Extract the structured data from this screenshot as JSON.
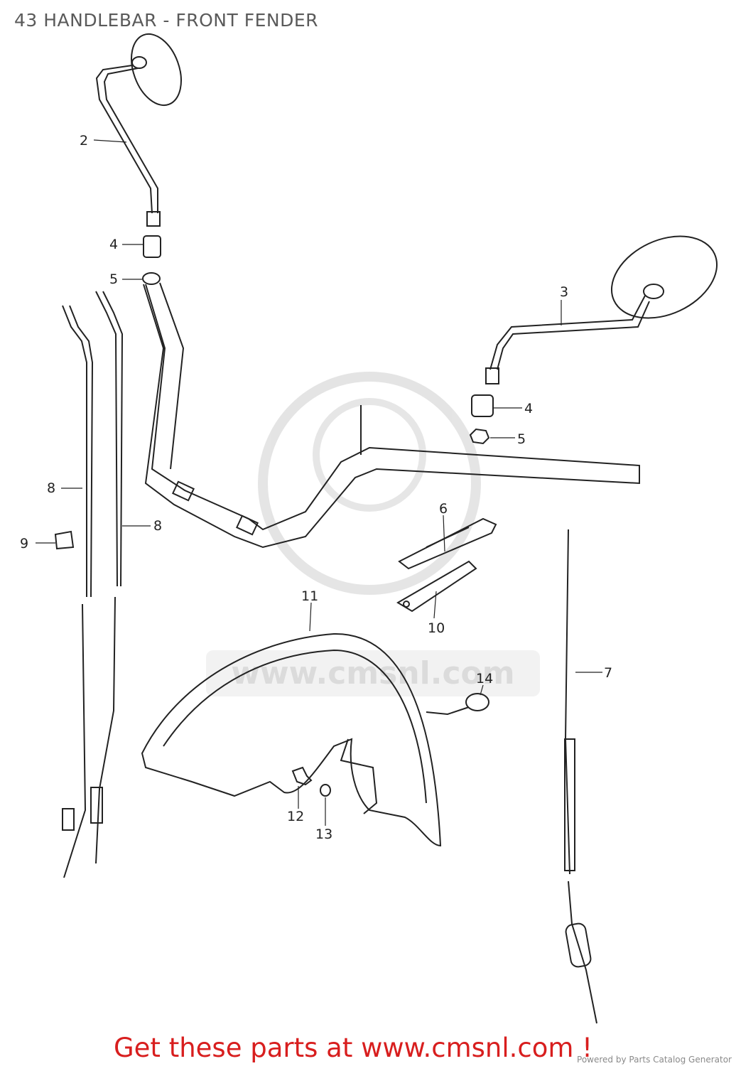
{
  "header": {
    "title": "43 HANDLEBAR -  FRONT FENDER"
  },
  "watermark": {
    "text": "www.cmsnl.com"
  },
  "callouts": {
    "c2": "2",
    "c3": "3",
    "c4a": "4",
    "c4b": "4",
    "c5a": "5",
    "c5b": "5",
    "c6": "6",
    "c7": "7",
    "c8a": "8",
    "c8b": "8",
    "c9": "9",
    "c10": "10",
    "c11": "11",
    "c12": "12",
    "c13": "13",
    "c14": "14"
  },
  "footer": {
    "cta": "Get these parts at www.cmsnl.com !",
    "credit": "Powered by Parts Catalog Generator"
  },
  "colors": {
    "cta": "#d81e1e",
    "line": "#222222",
    "watermark": "#d8d8d8"
  }
}
